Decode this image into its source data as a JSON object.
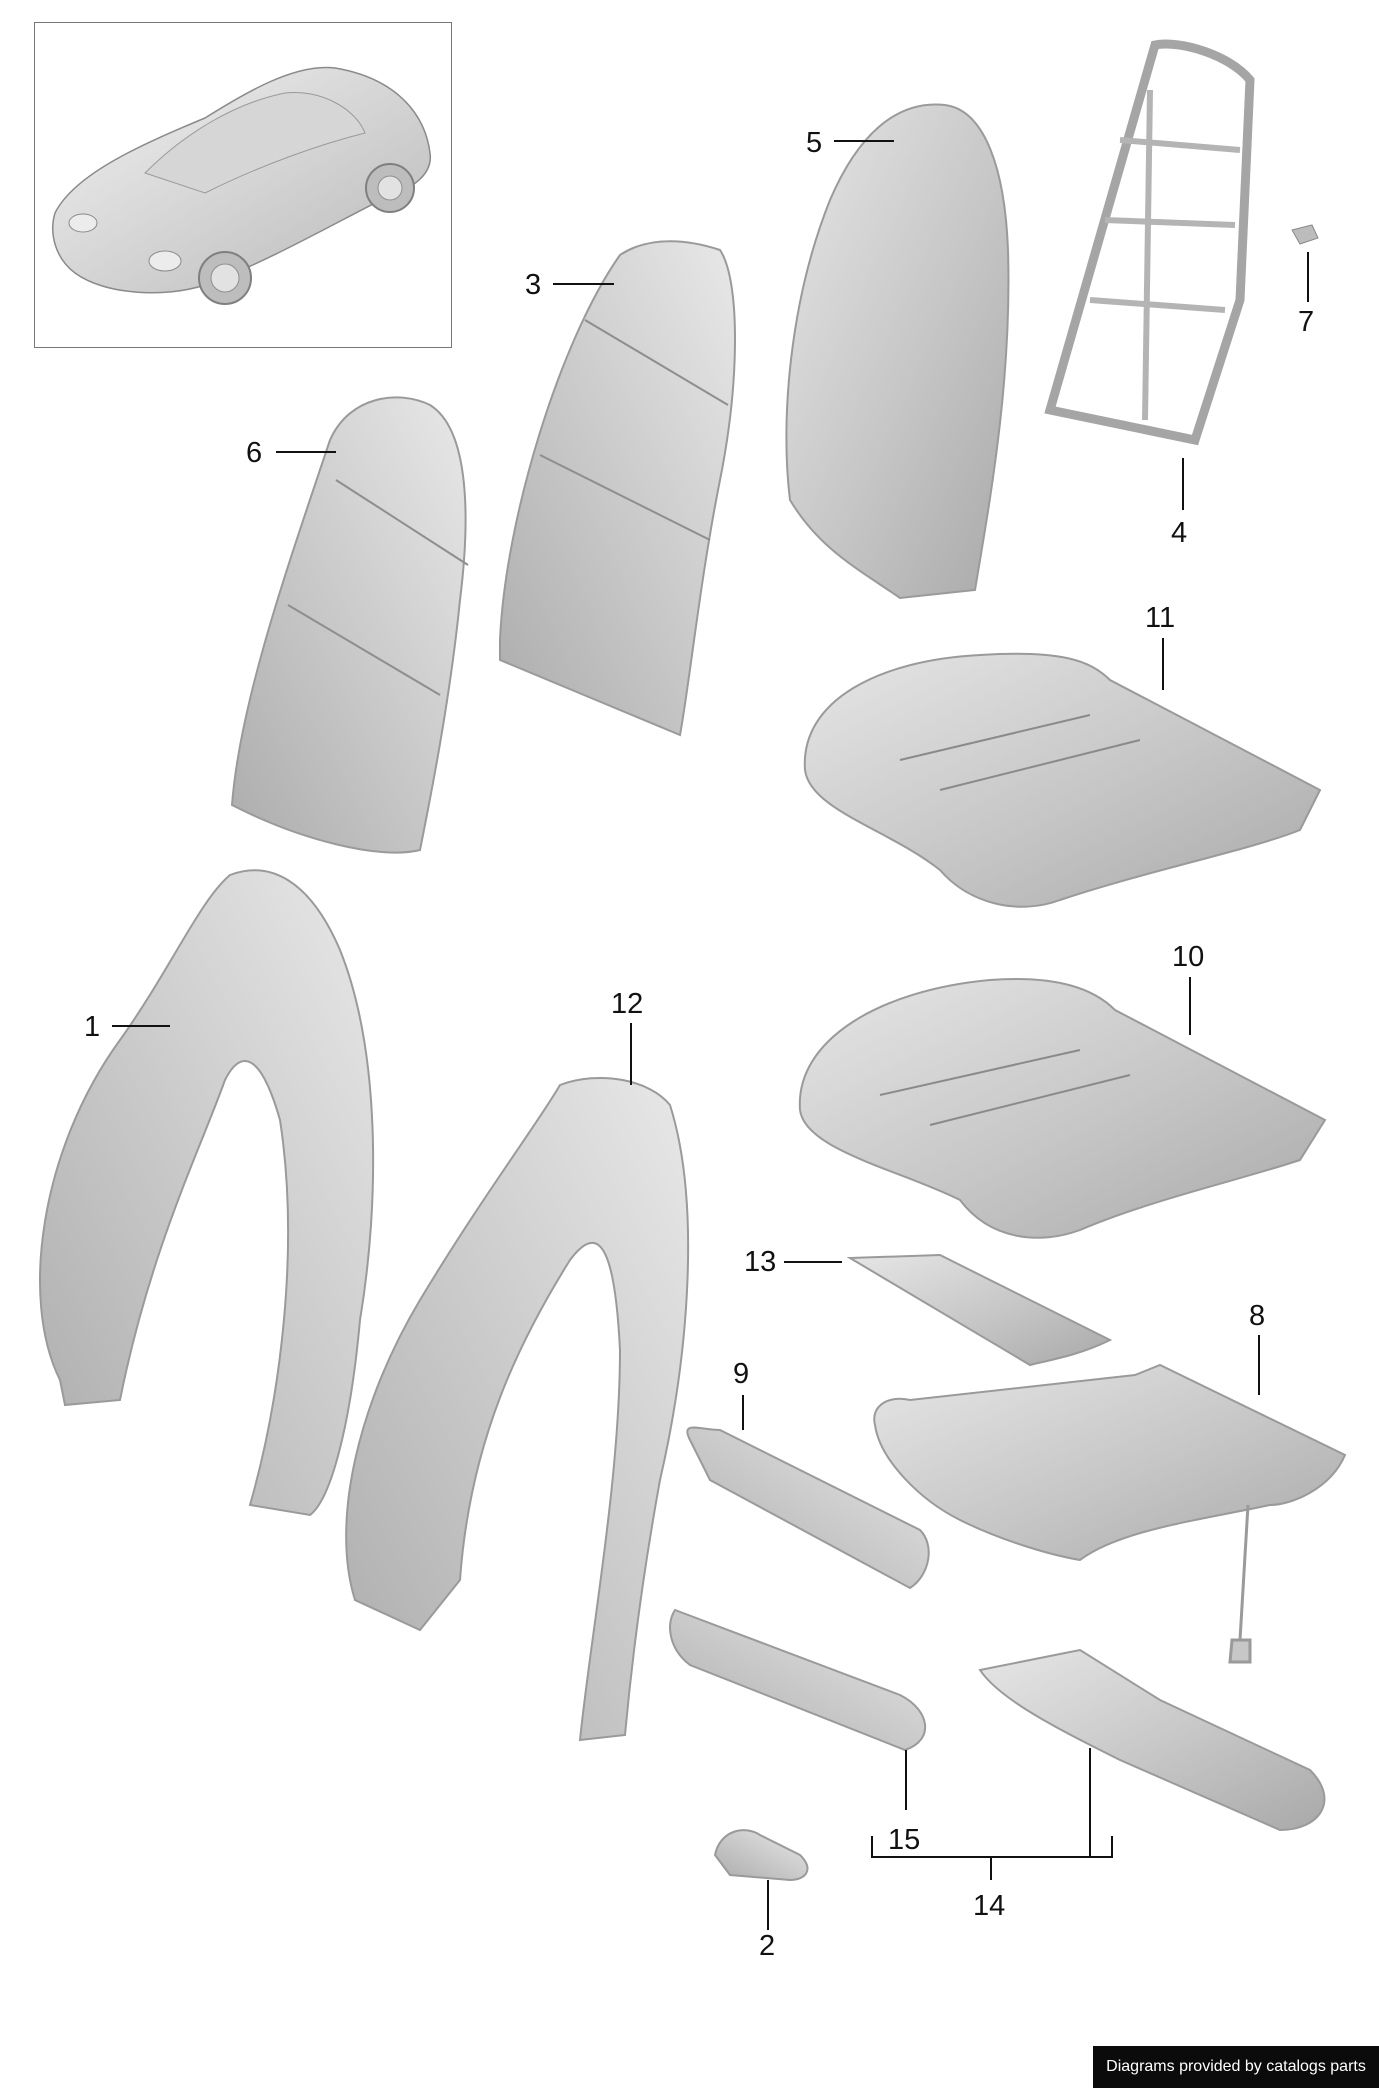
{
  "diagram": {
    "callouts": {
      "c1": "1",
      "c2": "2",
      "c3": "3",
      "c4": "4",
      "c5": "5",
      "c6": "6",
      "c7": "7",
      "c8": "8",
      "c9": "9",
      "c10": "10",
      "c11": "11",
      "c12": "12",
      "c13": "13",
      "c14": "14",
      "c15": "15"
    },
    "credit": "Diagrams provided by catalogs parts",
    "colors": {
      "part_fill": "#c9c9c9",
      "part_light": "#e4e4e4",
      "part_dark": "#9a9a9a",
      "line": "#111111"
    }
  }
}
